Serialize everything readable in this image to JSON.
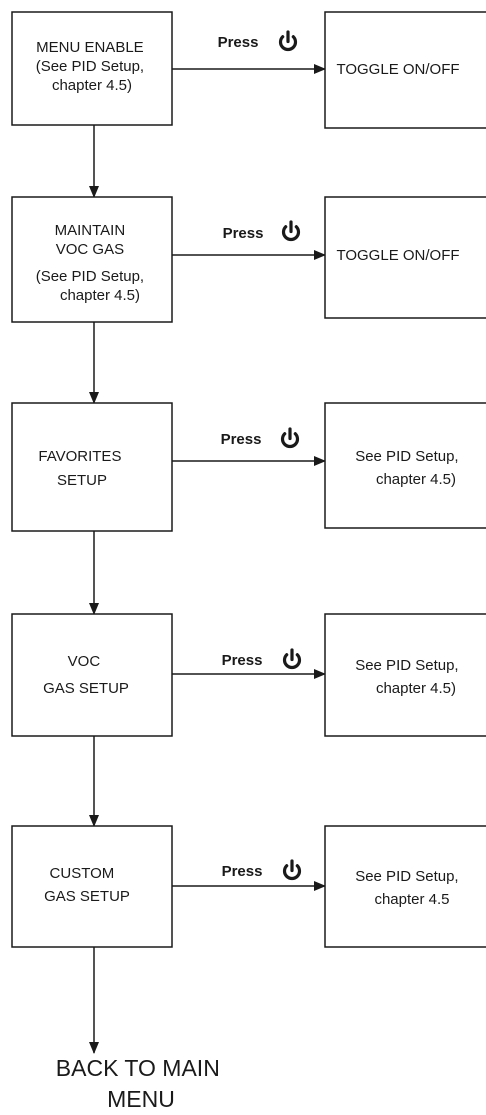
{
  "steps": [
    {
      "label_lines": [
        "MENU ENABLE",
        "(See PID Setup,",
        "chapter 4.5)"
      ],
      "press_label": "Press",
      "press_icon": "power-icon",
      "result_lines": [
        "TOGGLE ON/OFF"
      ]
    },
    {
      "label_lines": [
        "MAINTAIN",
        "VOC GAS",
        "(See PID Setup,",
        "chapter 4.5)"
      ],
      "press_label": "Press",
      "press_icon": "power-icon",
      "result_lines": [
        "TOGGLE ON/OFF"
      ]
    },
    {
      "label_lines": [
        "FAVORITES",
        "SETUP"
      ],
      "press_label": "Press",
      "press_icon": "power-icon",
      "result_lines": [
        "See PID Setup,",
        "chapter 4.5)"
      ]
    },
    {
      "label_lines": [
        "VOC",
        "GAS SETUP"
      ],
      "press_label": "Press",
      "press_icon": "power-icon",
      "result_lines": [
        "See PID Setup,",
        "chapter 4.5)"
      ]
    },
    {
      "label_lines": [
        "CUSTOM",
        "GAS SETUP"
      ],
      "press_label": "Press",
      "press_icon": "power-icon",
      "result_lines": [
        "See PID Setup,",
        "chapter 4.5"
      ]
    }
  ],
  "exit": {
    "label_lines": [
      "BACK TO MAIN",
      "MENU"
    ]
  }
}
